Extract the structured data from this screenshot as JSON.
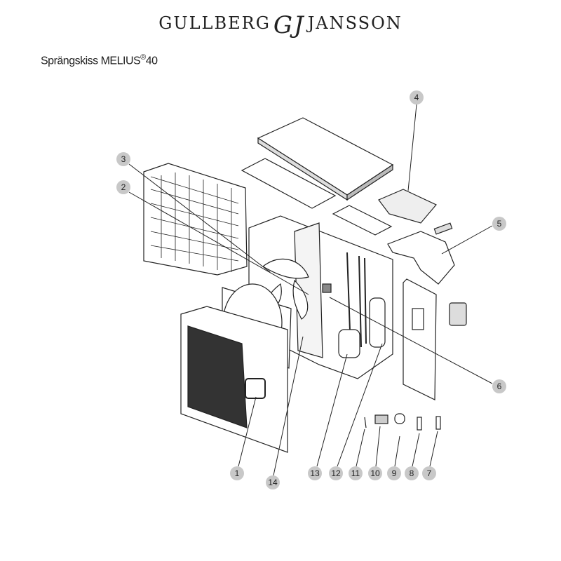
{
  "brand": {
    "left": "GULLBERG",
    "monogram": "GJ",
    "right": "JANSSON"
  },
  "title": {
    "text": "Sprängskiss MELIUS",
    "reg": "®",
    "model": "40"
  },
  "callouts": [
    {
      "n": "4"
    },
    {
      "n": "3"
    },
    {
      "n": "2"
    },
    {
      "n": "5"
    },
    {
      "n": "6"
    },
    {
      "n": "1"
    },
    {
      "n": "14"
    },
    {
      "n": "13"
    },
    {
      "n": "12"
    },
    {
      "n": "11"
    },
    {
      "n": "10"
    },
    {
      "n": "9"
    },
    {
      "n": "8"
    },
    {
      "n": "7"
    }
  ],
  "colors": {
    "callout_fill": "#c8c8c8",
    "line": "#222222"
  }
}
